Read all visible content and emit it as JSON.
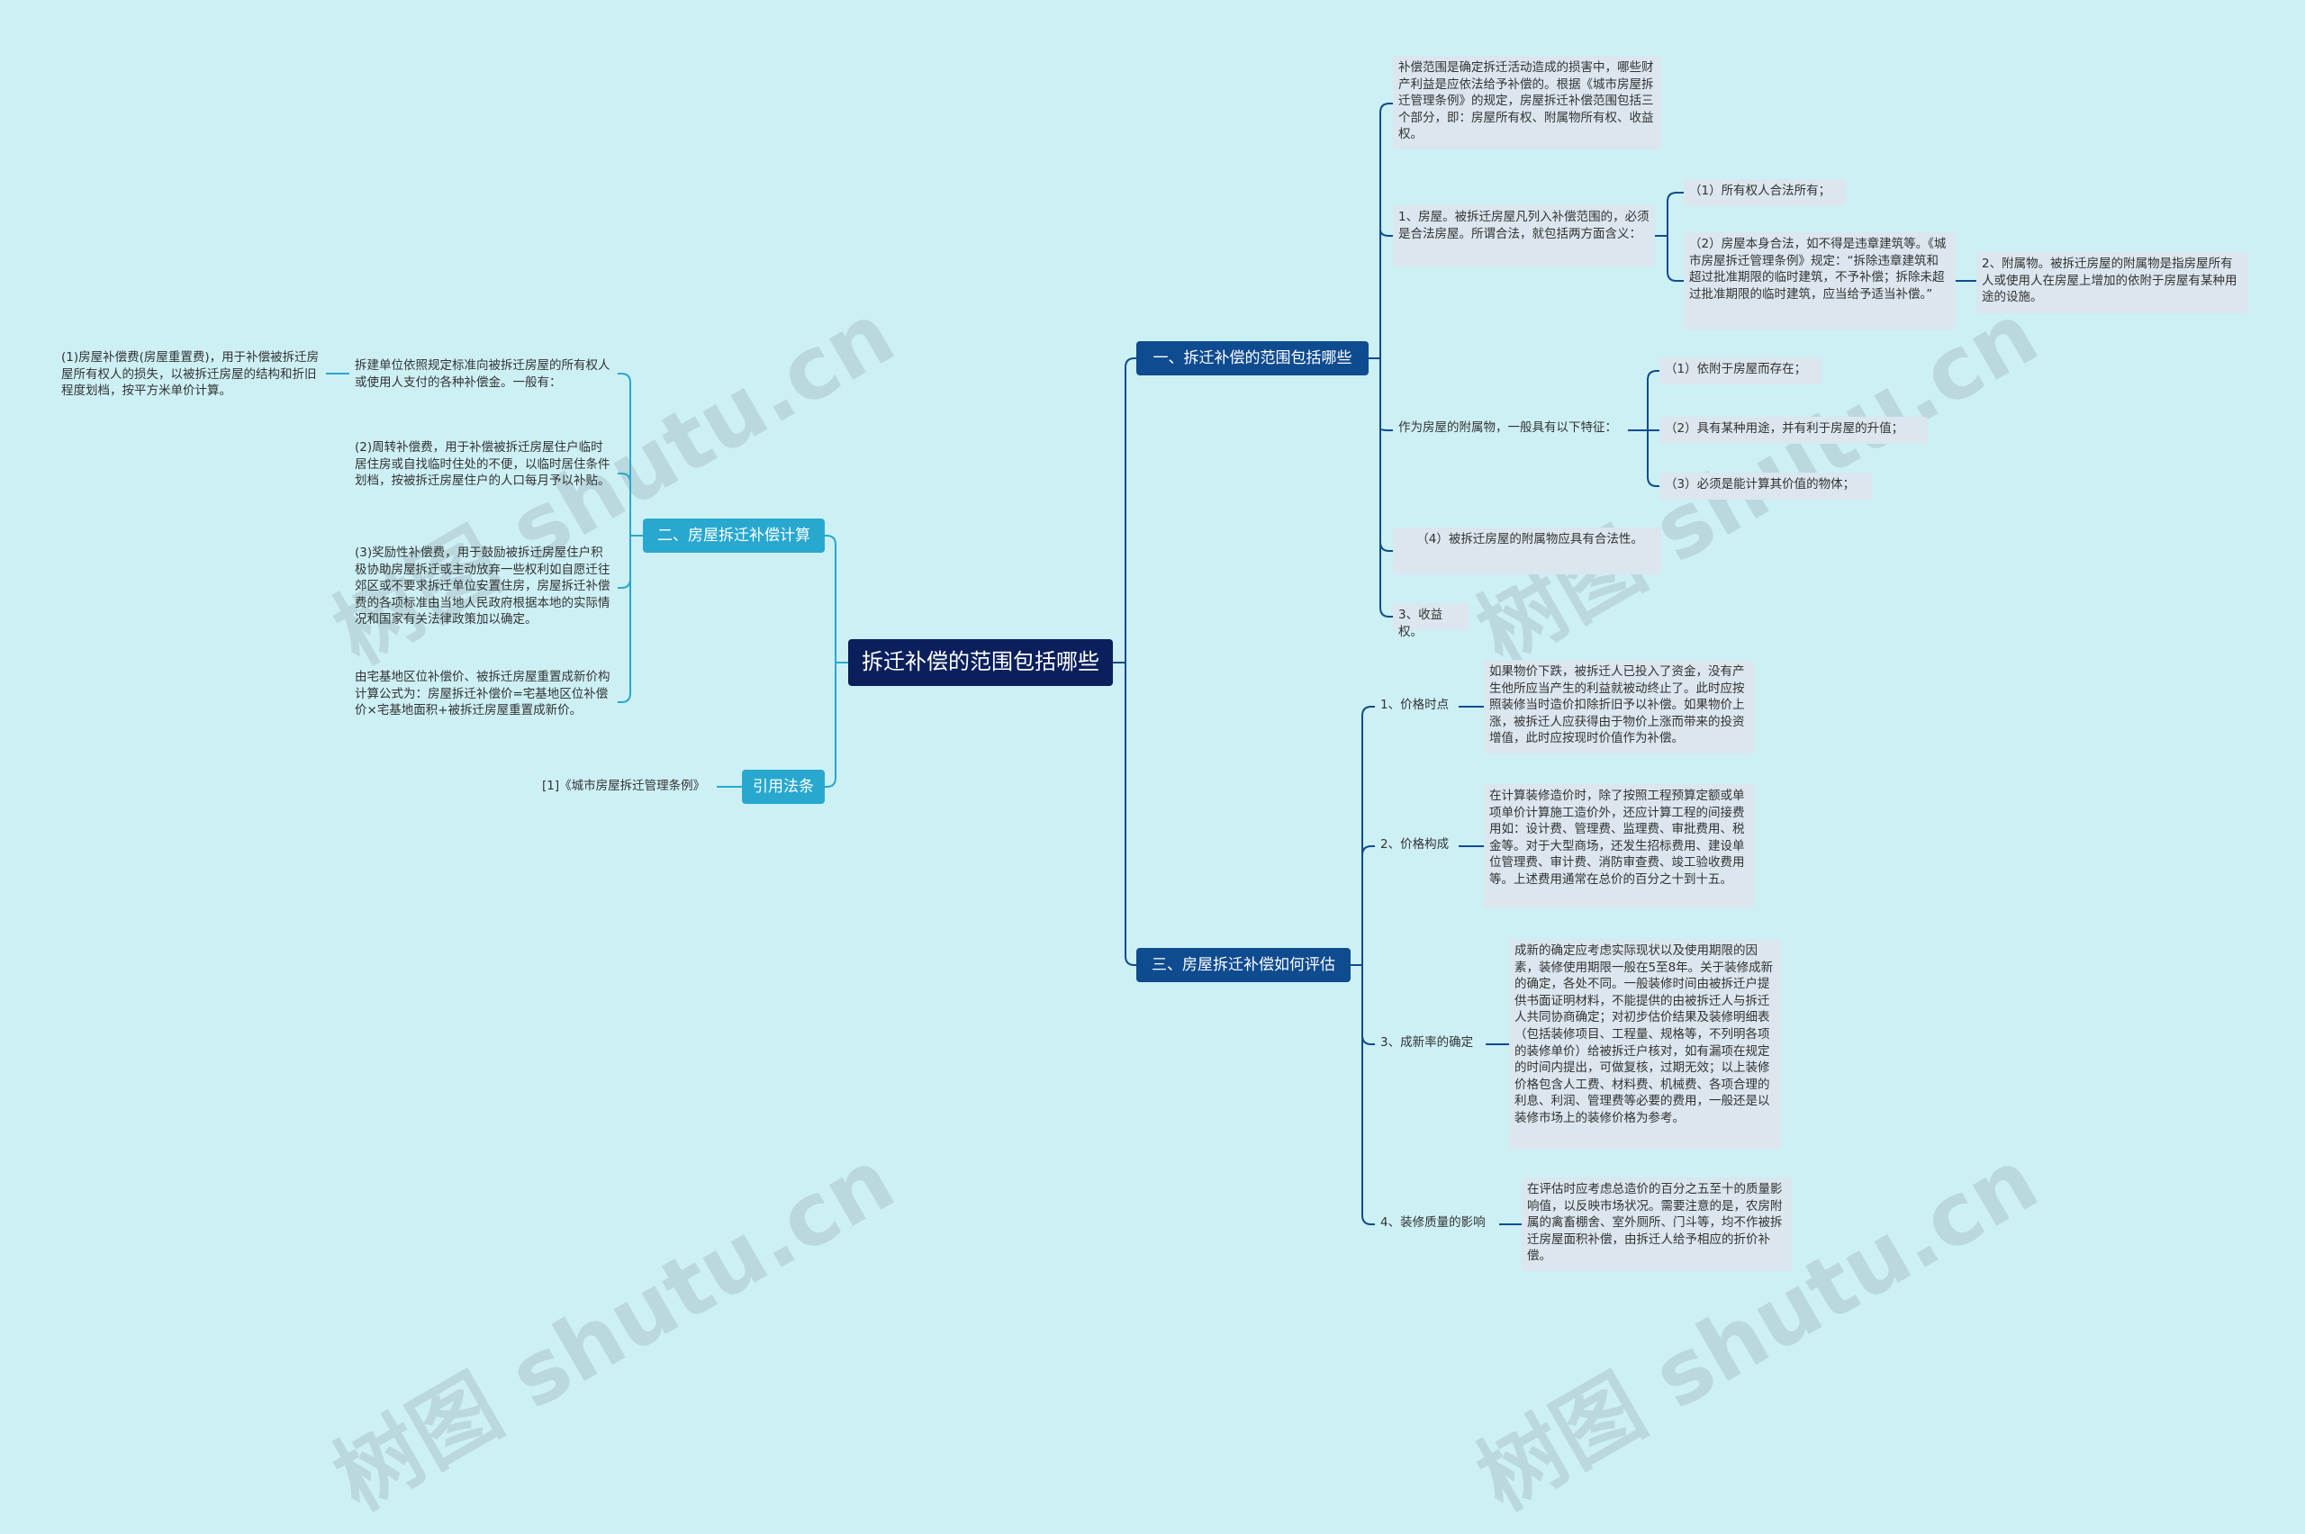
{
  "watermark": "树图 shutu.cn",
  "root": "拆迁补偿的范围包括哪些",
  "branches": {
    "b1": "一、拆迁补偿的范围包括哪些",
    "b2": "二、房屋拆迁补偿计算",
    "b3": "三、房屋拆迁补偿如何评估",
    "b4": "引用法条"
  },
  "b1_nodes": {
    "intro": "补偿范围是确定拆迁活动造成的损害中，哪些财产利益是应依法给予补偿的。根据《城市房屋拆迁管理条例》的规定，房屋拆迁补偿范围包括三个部分，即：房屋所有权、附属物所有权、收益权。",
    "house": "1、房屋。被拆迁房屋凡列入补偿范围的，必须是合法房屋。所谓合法，就包括两方面含义：",
    "house_c1": "（1）所有权人合法所有；",
    "house_c2": "（2）房屋本身合法，如不得是违章建筑等。《城市房屋拆迁管理条例》规定：“拆除违章建筑和超过批准期限的临时建筑，不予补偿；拆除未超过批准期限的临时建筑，应当给予适当补偿。”",
    "attach_def": "2、附属物。被拆迁房屋的附属物是指房屋所有人或使用人在房屋上增加的依附于房屋有某种用途的设施。",
    "attach": "作为房屋的附属物，一般具有以下特征：",
    "attach_c1": "（1）依附于房屋而存在；",
    "attach_c2": "（2）具有某种用途，并有利于房屋的升值；",
    "attach_c3": "（3）必须是能计算其价值的物体；",
    "attach_c4": "　　（4）被拆迁房屋的附属物应具有合法性。",
    "income": "3、收益权。"
  },
  "b2_nodes": {
    "n1": "拆建单位依照规定标准向被拆迁房屋的所有权人或使用人支付的各种补偿金。一般有：",
    "n1_child": "(1)房屋补偿费(房屋重置费)，用于补偿被拆迁房屋所有权人的损失，以被拆迁房屋的结构和折旧程度划档，按平方米单价计算。",
    "n2": "(2)周转补偿费，用于补偿被拆迁房屋住户临时居住房或自找临时住处的不便，以临时居住条件划档，按被拆迁房屋住户的人口每月予以补贴。",
    "n3": "(3)奖励性补偿费，用于鼓励被拆迁房屋住户积极协助房屋拆迁或主动放弃一些权利如自愿迁往郊区或不要求拆迁单位安置住房，房屋拆迁补偿费的各项标准由当地人民政府根据本地的实际情况和国家有关法律政策加以确定。",
    "n4": "由宅基地区位补偿价、被拆迁房屋重置成新价构计算公式为：房屋拆迁补偿价=宅基地区位补偿价×宅基地面积+被拆迁房屋重置成新价。"
  },
  "b3_nodes": {
    "p1_label": "1、价格时点",
    "p1_text": "如果物价下跌，被拆迁人已投入了资金，没有产生他所应当产生的利益就被动终止了。此时应按照装修当时造价扣除折旧予以补偿。如果物价上涨，被拆迁人应获得由于物价上涨而带来的投资增值，此时应按现时价值作为补偿。",
    "p2_label": "2、价格构成",
    "p2_text": "在计算装修造价时，除了按照工程预算定额或单项单价计算施工造价外，还应计算工程的间接费用如：设计费、管理费、监理费、审批费用、税金等。对于大型商场，还发生招标费用、建设单位管理费、审计费、消防审查费、竣工验收费用等。上述费用通常在总价的百分之十到十五。",
    "p3_label": "3、成新率的确定",
    "p3_text": "成新的确定应考虑实际现状以及使用期限的因素，装修使用期限一般在5至8年。关于装修成新的确定，各处不同。一般装修时间由被拆迁户提供书面证明材料，不能提供的由被拆迁人与拆迁人共同协商确定；对初步估价结果及装修明细表（包括装修项目、工程量、规格等，不列明各项的装修单价）给被拆迁户核对，如有漏项在规定的时间内提出，可做复核，过期无效；以上装修价格包含人工费、材料费、机械费、各项合理的利息、利润、管理费等必要的费用，一般还是以装修市场上的装修价格为参考。",
    "p4_label": "4、装修质量的影响",
    "p4_text": "在评估时应考虑总造价的百分之五至十的质量影响值，以反映市场状况。需要注意的是，农房附属的禽畜棚舍、室外厕所、门斗等，均不作被拆迁房屋面积补偿，由拆迁人给予相应的折价补偿。"
  },
  "b4_nodes": {
    "ref": "[1]《城市房屋拆迁管理条例》"
  }
}
